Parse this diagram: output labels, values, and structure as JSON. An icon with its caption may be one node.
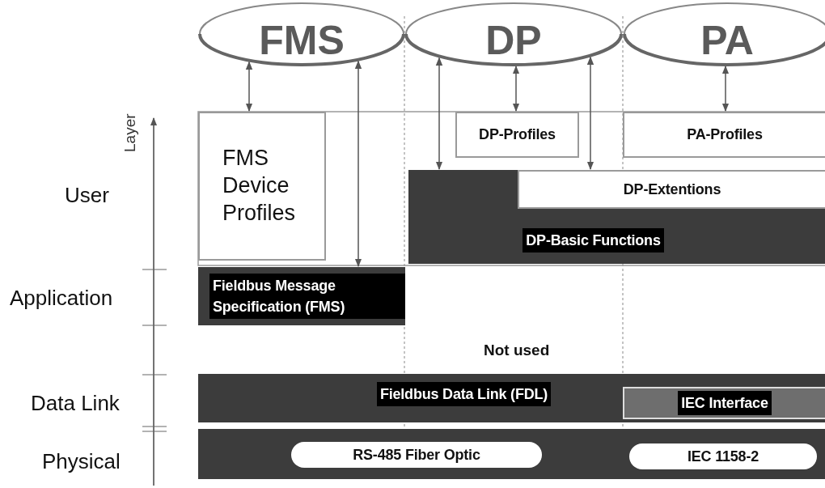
{
  "diagram": {
    "nodes": [
      {
        "text": [
          "FMS"
        ]
      },
      {
        "text": [
          "DP"
        ]
      },
      {
        "text": [
          "PA"
        ]
      },
      {
        "text": [
          "FMS Device Profiles"
        ]
      },
      {
        "text": [
          "DP-Profiles"
        ]
      },
      {
        "text": [
          "PA-Profiles"
        ]
      },
      {
        "text": [
          "DP-Basic Functions"
        ]
      },
      {
        "text": [
          "DP-Extentions"
        ],
        "in": 6
      },
      {
        "text": [
          "Fieldbus Message Specification (FMS)"
        ]
      },
      {
        "text": [
          "Fieldbus Data Link (FDL)"
        ]
      },
      {
        "text": [
          "IEC Interface"
        ],
        "in": 9
      },
      {
        "text": [],
        "shape": "bar"
      },
      {
        "text": [
          "RS-485 Fiber Optic"
        ],
        "in": 11
      },
      {
        "text": [
          "IEC 1158-2"
        ],
        "in": 11
      }
    ],
    "edges": [
      {
        "from": 0,
        "to": 3,
        "arrow": "both"
      },
      {
        "from": 0,
        "to": 8,
        "arrow": "both"
      },
      {
        "from": 1,
        "to": 6,
        "arrow": "both"
      },
      {
        "from": 1,
        "to": 4,
        "arrow": "both"
      },
      {
        "from": 1,
        "to": 7,
        "arrow": "both"
      },
      {
        "from": 2,
        "to": 5,
        "arrow": "both"
      }
    ],
    "labels": [
      "Layer",
      "User",
      "Application",
      "Not used",
      "Data Link",
      "Physical"
    ]
  }
}
